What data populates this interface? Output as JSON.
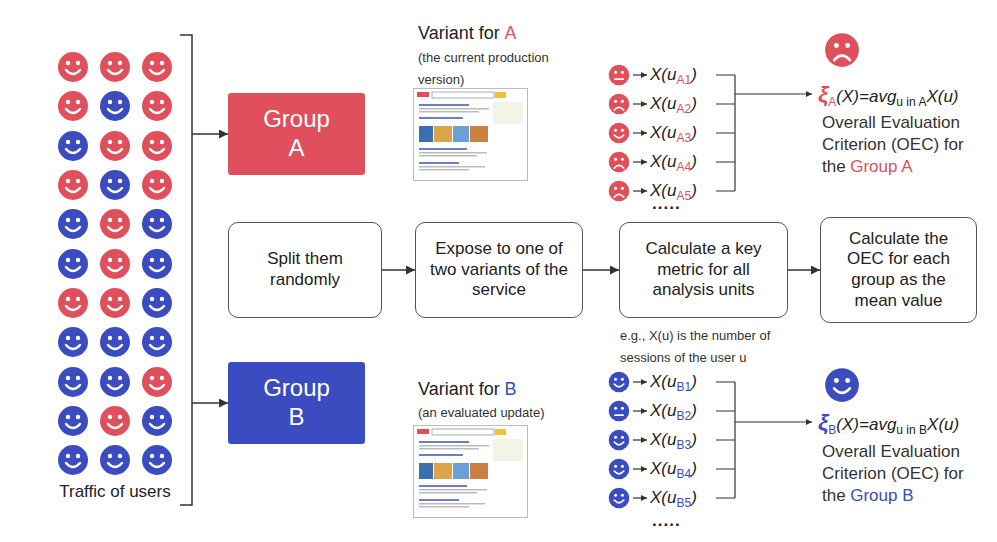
{
  "diagram": {
    "nodes": [
      {
        "text": [
          "Traffic of users"
        ]
      },
      {
        "text": [
          "Group A"
        ]
      },
      {
        "text": [
          "Group B"
        ]
      },
      {
        "text": [
          "Split them randomly"
        ]
      },
      {
        "text": [
          "Expose to one of two variants of the service"
        ]
      },
      {
        "text": [
          "Calculate a key metric for all analysis units"
        ]
      },
      {
        "text": [
          "Calculate the OEC for each group as the mean value"
        ]
      }
    ],
    "edges": [
      {
        "from": 0,
        "to": 1,
        "arrow": "to"
      },
      {
        "from": 0,
        "to": 2,
        "arrow": "to"
      },
      {
        "from": 3,
        "to": 4,
        "arrow": "to"
      },
      {
        "from": 4,
        "to": 5,
        "arrow": "to"
      },
      {
        "from": 5,
        "to": 6,
        "arrow": "to"
      }
    ],
    "labels": [
      "Variant for",
      "A",
      "(the current production version)",
      "X(u",
      "A1",
      ")",
      "X(u",
      "A2",
      ")",
      "X(u",
      "A3",
      ")",
      "X(u",
      "A4",
      ")",
      "X(u",
      "A5",
      ")",
      ".....",
      "ξ",
      "A",
      "(X)=avg",
      "u in A",
      "X(u)",
      "Overall Evaluation Criterion (OEC) for the",
      "Group A",
      "e.g., X(u) is the number of sessions of the user u",
      "Variant for",
      "B",
      "(an evaluated update)",
      "X(u",
      "B1",
      ")",
      "X(u",
      "B2",
      ")",
      "X(u",
      "B3",
      ")",
      "X(u",
      "B4",
      ")",
      "X(u",
      "B5",
      ")",
      ".....",
      "ξ",
      "B",
      "(X)=avg",
      "u in B",
      "X(u)",
      "Overall Evaluation Criterion (OEC) for the",
      "Group B"
    ]
  }
}
